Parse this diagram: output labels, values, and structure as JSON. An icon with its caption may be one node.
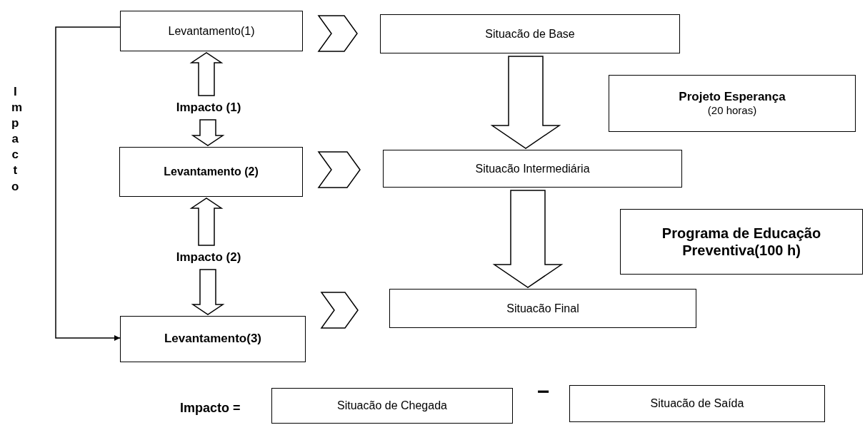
{
  "diagram": {
    "nodes": [
      {
        "text": [
          "Levantamento(1)"
        ]
      },
      {
        "text": [
          "Situacão de Base"
        ]
      },
      {
        "text": [
          "Projeto Esperança",
          "(20 horas)"
        ]
      },
      {
        "text": [
          "Impacto (1)"
        ]
      },
      {
        "text": [
          "Levantamento (2)"
        ]
      },
      {
        "text": [
          "Situacão Intermediária"
        ]
      },
      {
        "text": [
          "Programa de Educação Preventiva(100 h)"
        ]
      },
      {
        "text": [
          "Impacto (2)"
        ]
      },
      {
        "text": [
          "Situacão Final"
        ]
      },
      {
        "text": [
          "Levantamento(3)"
        ]
      },
      {
        "text": [
          "Situacão de Chegada"
        ]
      },
      {
        "text": [
          "Situacão de Saída"
        ]
      }
    ],
    "edges": [
      {
        "from": 0,
        "to": 1,
        "arrow": "to"
      },
      {
        "from": 1,
        "to": 5,
        "arrow": "to"
      },
      {
        "from": 3,
        "to": 0,
        "arrow": "to"
      },
      {
        "from": 3,
        "to": 4,
        "arrow": "to"
      },
      {
        "from": 4,
        "to": 5,
        "arrow": "to"
      },
      {
        "from": 5,
        "to": 8,
        "arrow": "to"
      },
      {
        "from": 7,
        "to": 4,
        "arrow": "to"
      },
      {
        "from": 7,
        "to": 9,
        "arrow": "to"
      },
      {
        "from": 9,
        "to": 8,
        "arrow": "to"
      },
      {
        "from": 0,
        "to": 9,
        "arrow": "to"
      }
    ],
    "labels": [
      "Impacto",
      "Impacto =",
      "−"
    ]
  }
}
